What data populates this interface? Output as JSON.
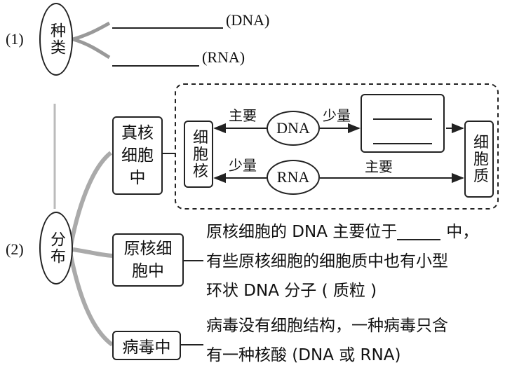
{
  "part1": {
    "marker": "(1)",
    "label": "种类",
    "dna_suffix": "(DNA)",
    "rna_suffix": "(RNA)"
  },
  "part2": {
    "marker": "(2)",
    "label": "分布",
    "eukaryote": {
      "label_line1": "真核",
      "label_line2": "细胞",
      "label_line3": "中",
      "nucleus": "细胞核",
      "cytoplasm": "细胞质",
      "dna": "DNA",
      "rna": "RNA",
      "dna_to_nucleus": "主要",
      "dna_to_blank": "少量",
      "rna_to_nucleus": "少量",
      "rna_to_cytoplasm": "主要"
    },
    "prokaryote": {
      "label_line1": "原核细",
      "label_line2": "胞中",
      "text_line1_a": "原核细胞的 DNA 主要位于",
      "text_line1_b": "中，",
      "text_line2": "有些原核细胞的细胞质中也有小型",
      "text_line3": "环状 DNA 分子 ( 质粒 )"
    },
    "virus": {
      "label": "病毒中",
      "text_line1": "病毒没有细胞结构，一种病毒只含",
      "text_line2": "有一种核酸 (DNA 或 RNA)"
    }
  }
}
